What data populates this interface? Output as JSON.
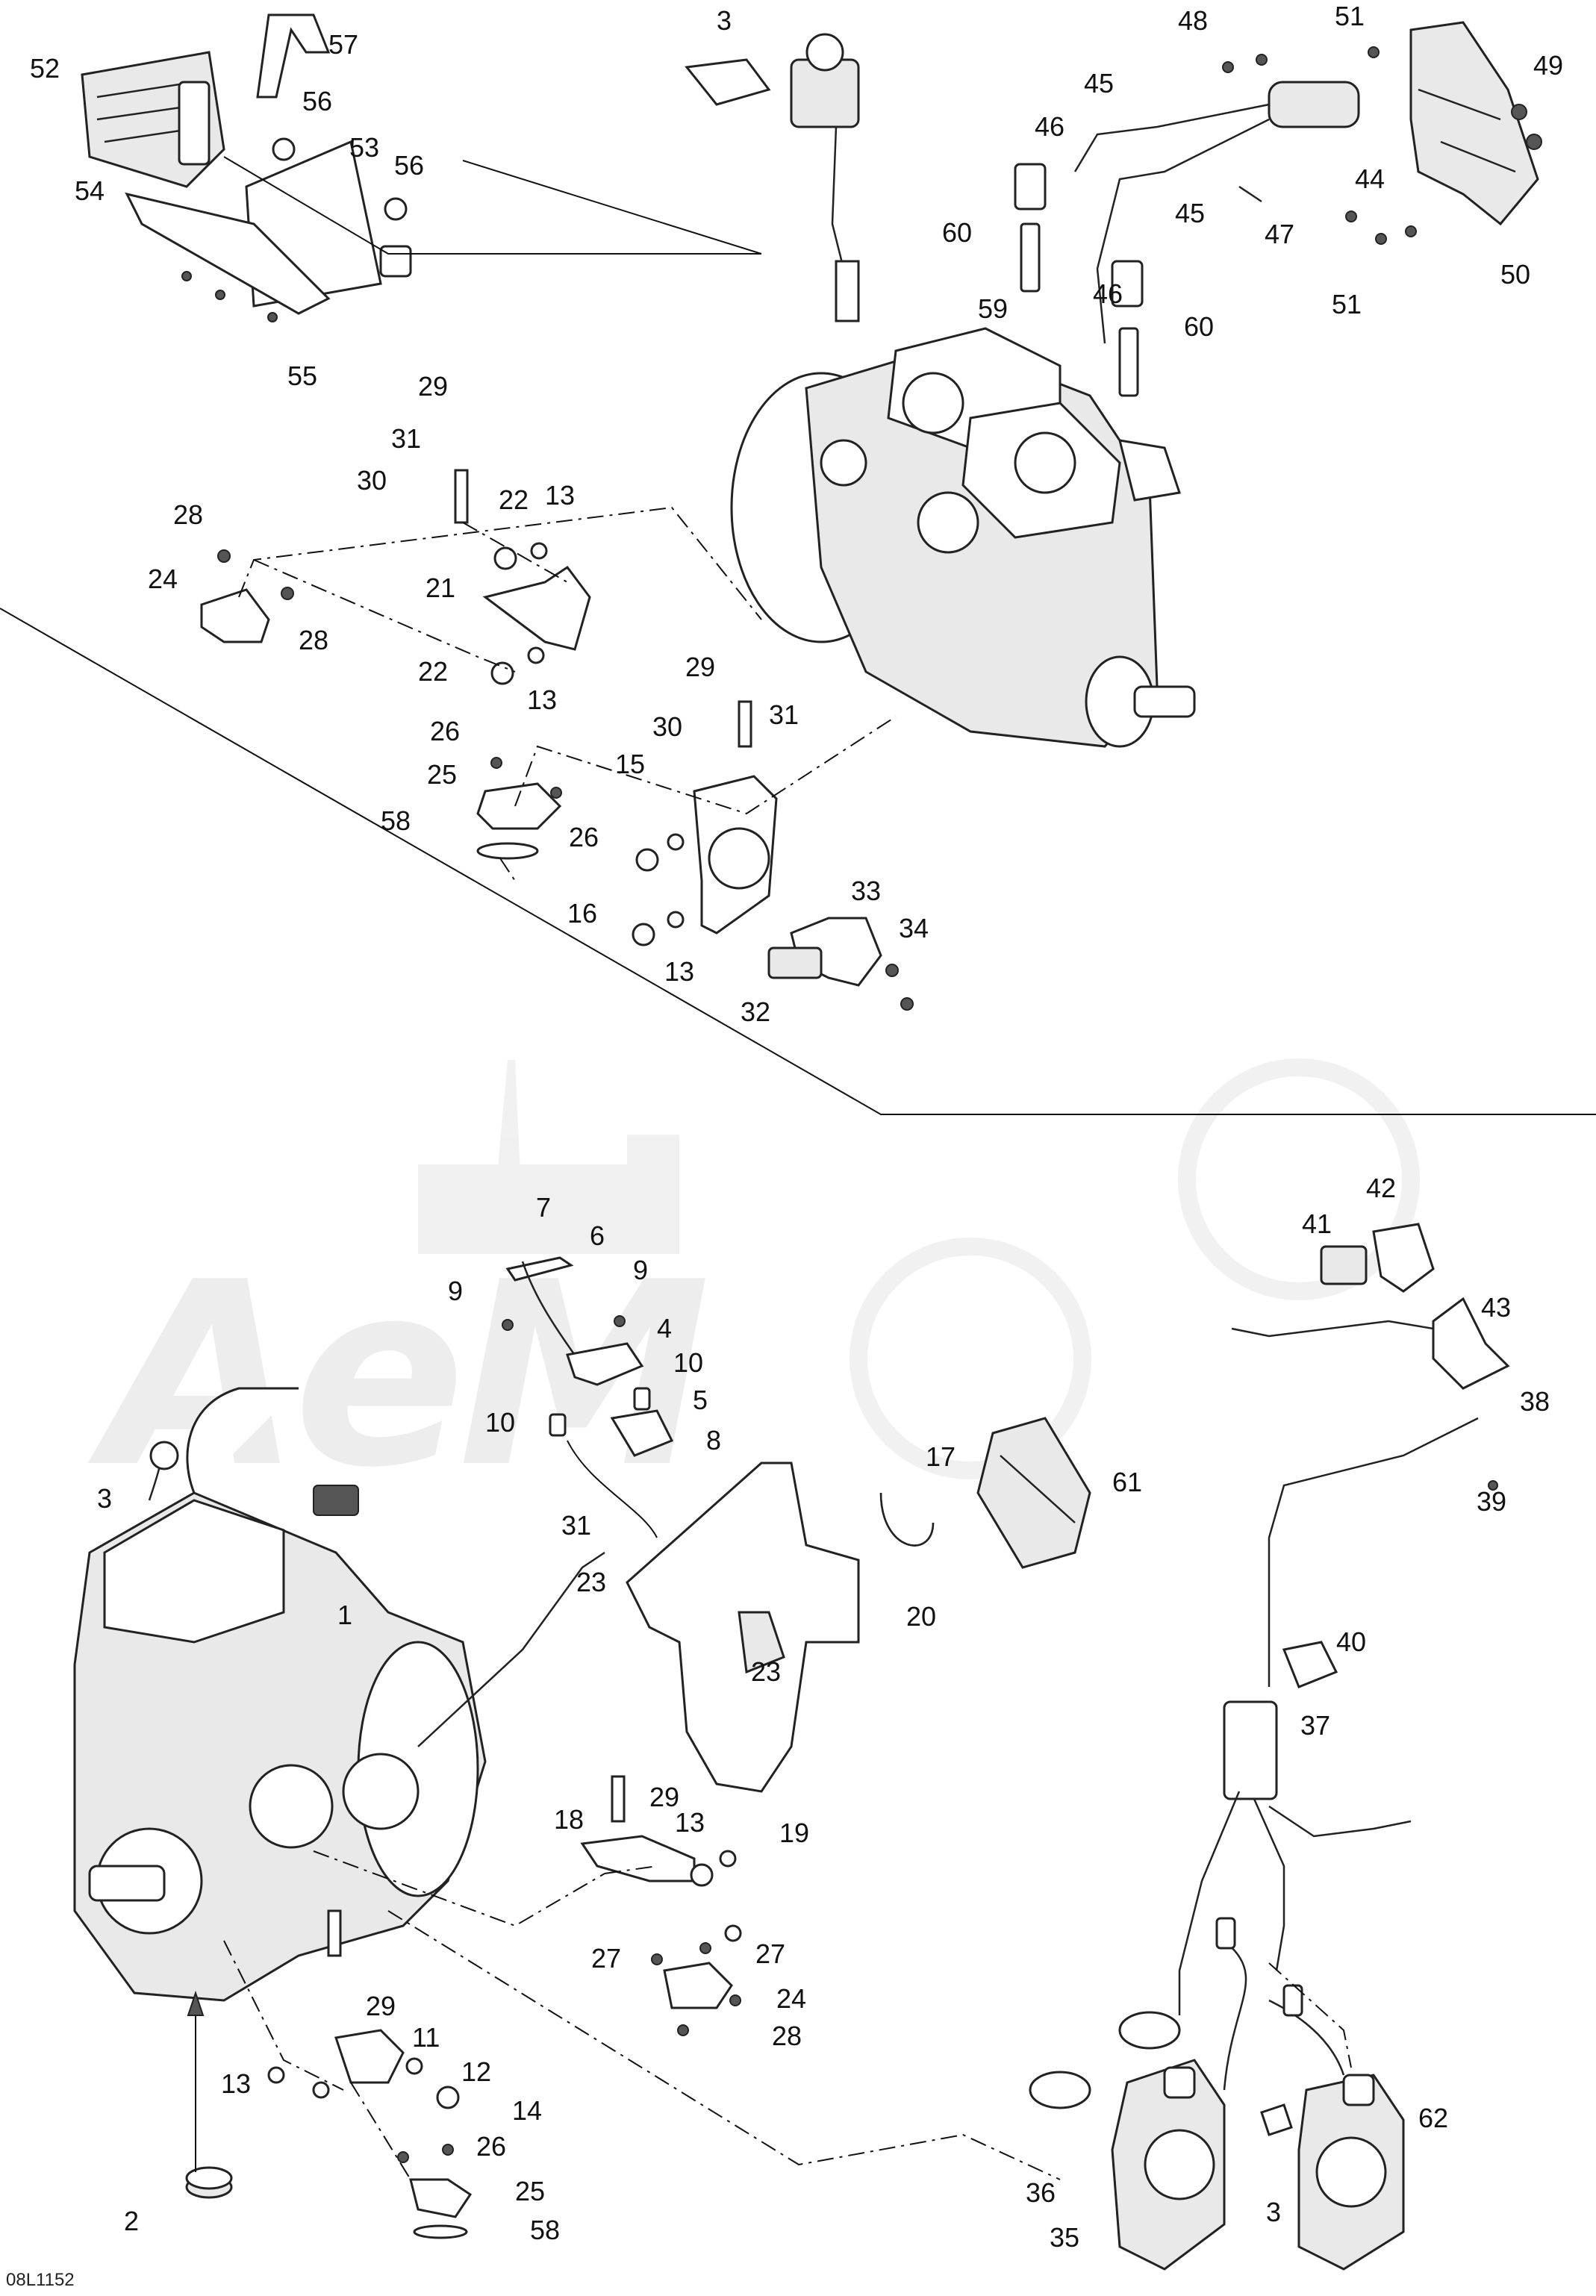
{
  "drawing_code": "08L1152",
  "watermark_text": "AeM",
  "callouts": [
    {
      "id": "c-52-top",
      "text": "52"
    },
    {
      "id": "c-57",
      "text": "57"
    },
    {
      "id": "c-56a",
      "text": "56"
    },
    {
      "id": "c-53",
      "text": "53"
    },
    {
      "id": "c-56b",
      "text": "56"
    },
    {
      "id": "c-54",
      "text": "54"
    },
    {
      "id": "c-55",
      "text": "55"
    },
    {
      "id": "c-3-top",
      "text": "3"
    },
    {
      "id": "c-48",
      "text": "48"
    },
    {
      "id": "c-51a",
      "text": "51"
    },
    {
      "id": "c-49",
      "text": "49"
    },
    {
      "id": "c-45a",
      "text": "45"
    },
    {
      "id": "c-46a",
      "text": "46"
    },
    {
      "id": "c-44",
      "text": "44"
    },
    {
      "id": "c-60a",
      "text": "60"
    },
    {
      "id": "c-45b",
      "text": "45"
    },
    {
      "id": "c-47",
      "text": "47"
    },
    {
      "id": "c-50",
      "text": "50"
    },
    {
      "id": "c-59",
      "text": "59"
    },
    {
      "id": "c-46b",
      "text": "46"
    },
    {
      "id": "c-60b",
      "text": "60"
    },
    {
      "id": "c-51b",
      "text": "51"
    },
    {
      "id": "c-29a",
      "text": "29"
    },
    {
      "id": "c-31a",
      "text": "31"
    },
    {
      "id": "c-30a",
      "text": "30"
    },
    {
      "id": "c-22a",
      "text": "22"
    },
    {
      "id": "c-13a",
      "text": "13"
    },
    {
      "id": "c-28a",
      "text": "28"
    },
    {
      "id": "c-24a",
      "text": "24"
    },
    {
      "id": "c-21",
      "text": "21"
    },
    {
      "id": "c-28b",
      "text": "28"
    },
    {
      "id": "c-22b",
      "text": "22"
    },
    {
      "id": "c-13b",
      "text": "13"
    },
    {
      "id": "c-29b",
      "text": "29"
    },
    {
      "id": "c-30b",
      "text": "30"
    },
    {
      "id": "c-31b",
      "text": "31"
    },
    {
      "id": "c-26a",
      "text": "26"
    },
    {
      "id": "c-25a",
      "text": "25"
    },
    {
      "id": "c-15",
      "text": "15"
    },
    {
      "id": "c-58a",
      "text": "58"
    },
    {
      "id": "c-26b",
      "text": "26"
    },
    {
      "id": "c-16",
      "text": "16"
    },
    {
      "id": "c-13c",
      "text": "13"
    },
    {
      "id": "c-33",
      "text": "33"
    },
    {
      "id": "c-34",
      "text": "34"
    },
    {
      "id": "c-32",
      "text": "32"
    },
    {
      "id": "c-7",
      "text": "7"
    },
    {
      "id": "c-6",
      "text": "6"
    },
    {
      "id": "c-9a",
      "text": "9"
    },
    {
      "id": "c-9b",
      "text": "9"
    },
    {
      "id": "c-4",
      "text": "4"
    },
    {
      "id": "c-10a",
      "text": "10"
    },
    {
      "id": "c-10b",
      "text": "10"
    },
    {
      "id": "c-5",
      "text": "5"
    },
    {
      "id": "c-8",
      "text": "8"
    },
    {
      "id": "c-42",
      "text": "42"
    },
    {
      "id": "c-41",
      "text": "41"
    },
    {
      "id": "c-43",
      "text": "43"
    },
    {
      "id": "c-38",
      "text": "38"
    },
    {
      "id": "c-39",
      "text": "39"
    },
    {
      "id": "c-61",
      "text": "61"
    },
    {
      "id": "c-17",
      "text": "17"
    },
    {
      "id": "c-3-mid",
      "text": "3"
    },
    {
      "id": "c-31c",
      "text": "31"
    },
    {
      "id": "c-1",
      "text": "1"
    },
    {
      "id": "c-23a",
      "text": "23"
    },
    {
      "id": "c-20",
      "text": "20"
    },
    {
      "id": "c-40",
      "text": "40"
    },
    {
      "id": "c-23b",
      "text": "23"
    },
    {
      "id": "c-37",
      "text": "37"
    },
    {
      "id": "c-29c",
      "text": "29"
    },
    {
      "id": "c-18",
      "text": "18"
    },
    {
      "id": "c-13d",
      "text": "13"
    },
    {
      "id": "c-19",
      "text": "19"
    },
    {
      "id": "c-27a",
      "text": "27"
    },
    {
      "id": "c-27b",
      "text": "27"
    },
    {
      "id": "c-24b",
      "text": "24"
    },
    {
      "id": "c-28c",
      "text": "28"
    },
    {
      "id": "c-29d",
      "text": "29"
    },
    {
      "id": "c-11",
      "text": "11"
    },
    {
      "id": "c-12",
      "text": "12"
    },
    {
      "id": "c-13e",
      "text": "13"
    },
    {
      "id": "c-14",
      "text": "14"
    },
    {
      "id": "c-26c",
      "text": "26"
    },
    {
      "id": "c-25b",
      "text": "25"
    },
    {
      "id": "c-2",
      "text": "2"
    },
    {
      "id": "c-58b",
      "text": "58"
    },
    {
      "id": "c-36",
      "text": "36"
    },
    {
      "id": "c-3-bot",
      "text": "3"
    },
    {
      "id": "c-62",
      "text": "62"
    },
    {
      "id": "c-35",
      "text": "35"
    }
  ]
}
